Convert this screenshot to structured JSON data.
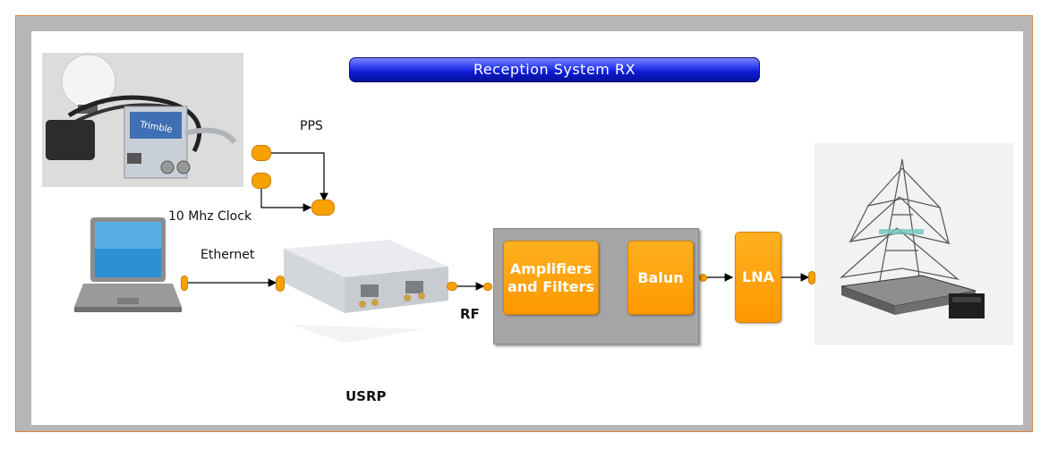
{
  "title": "Reception System RX",
  "labels": {
    "pps": "PPS",
    "clock": "10 Mhz Clock",
    "ethernet": "Ethernet",
    "rf": "RF",
    "usrp": "USRP"
  },
  "blocks": {
    "amplifiers": "Amplifiers and Filters",
    "balun": "Balun",
    "lna": "LNA"
  },
  "photo_text": {
    "gps_brand": "Trimble"
  },
  "colors": {
    "accent_orange": "#ff9800",
    "title_blue": "#0d1bd2",
    "frame_border": "#d9823a"
  }
}
